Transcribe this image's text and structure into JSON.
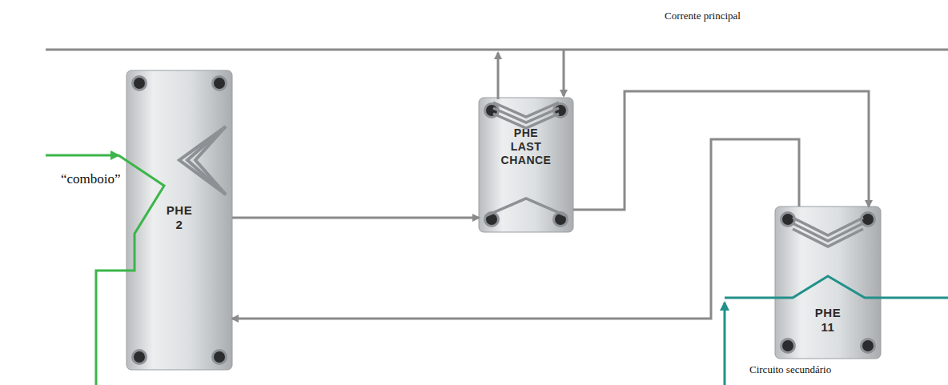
{
  "diagram": {
    "nodes": [
      {
        "text": [
          "PHE 2"
        ]
      },
      {
        "text": [
          "PHE LAST CHANCE"
        ]
      },
      {
        "text": [
          "PHE 11"
        ]
      }
    ],
    "edges": [
      {
        "from": 0,
        "to": 1,
        "arrow": "to"
      },
      {
        "from": 1,
        "to": 2,
        "arrow": "to"
      },
      {
        "from": 2,
        "to": 0,
        "arrow": "to"
      }
    ],
    "labels": [
      "Corrente principal",
      "“comboio”",
      "Circuito secundário"
    ]
  }
}
